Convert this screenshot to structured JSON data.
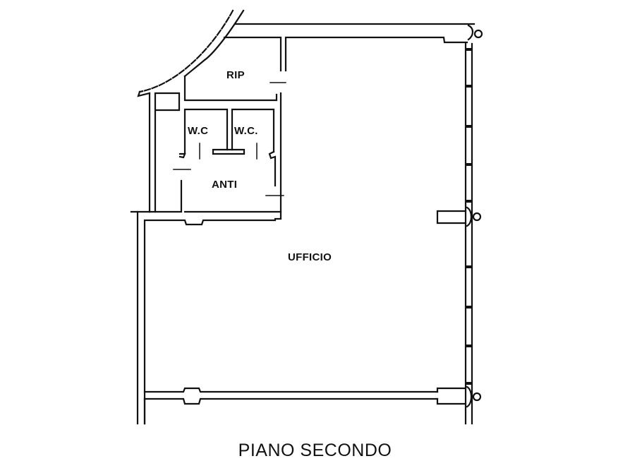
{
  "diagram": {
    "type": "floor-plan",
    "title": "PIANO SECONDO",
    "rooms": [
      {
        "id": "rip",
        "label": "RIP"
      },
      {
        "id": "wc1",
        "label": "W.C"
      },
      {
        "id": "wc2",
        "label": "W.C."
      },
      {
        "id": "anti",
        "label": "ANTI"
      },
      {
        "id": "ufficio",
        "label": "UFFICIO"
      }
    ],
    "colors": {
      "line": "#111111",
      "background": "#ffffff"
    }
  }
}
